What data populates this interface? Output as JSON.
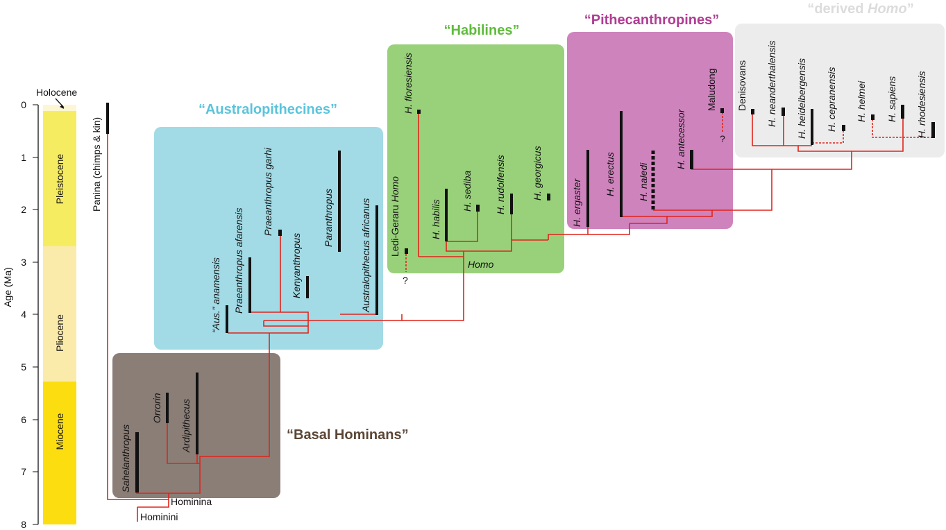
{
  "axis": {
    "label": "Age (Ma)",
    "ticks": [
      "0",
      "1",
      "2",
      "3",
      "4",
      "5",
      "6",
      "7",
      "8"
    ]
  },
  "epochs": {
    "holocene": "Holocene",
    "pleistocene": "Pleistocene",
    "pliocene": "Pliocene",
    "miocene": "Miocene"
  },
  "groups": {
    "basal": "“Basal Hominans”",
    "australopithecines": "“Australopithecines”",
    "habilines": "“Habilines”",
    "pithecanthropines": "“Pithecanthropines”",
    "derived_prefix": "“derived ",
    "derived_homo": "Homo",
    "derived_suffix": "”"
  },
  "colors": {
    "basal": "#8b7e77",
    "australopithecines": "#a2dbe6",
    "habilines": "#99d17b",
    "pithecanthropines": "#cf83bd",
    "derived": "#ececec",
    "branch": "#e2231a",
    "pleistocene": "#f6ec61",
    "pliocene": "#fbebab",
    "miocene": "#fcde10",
    "holocene": "#fdf6d2"
  },
  "nodes": {
    "panina": "Panina (chimps & kin)",
    "hominina": "Hominina",
    "hominini": "Hominini",
    "homo": "Homo",
    "question": "?"
  },
  "taxa": {
    "sahelanthropus": "Sahelanthropus",
    "orrorin": "Orrorin",
    "ardipithecus": "Ardipithecus",
    "anamensis": "“Aus.” anamensis",
    "afarensis": "Praeanthropus afarensis",
    "garhi": "Praeanthropus garhi",
    "kenyanthropus": "Kenyanthropus",
    "paranthropus": "Paranthropus",
    "africanus": "Australopithecus africanus",
    "ledi_prefix": "Ledi-Geraru ",
    "ledi_homo": "Homo",
    "floresiensis": "H. floresiensis",
    "habilis": "H. habilis",
    "sediba": "H. sediba",
    "rudolfensis": "H. rudolfensis",
    "georgicus": "H. georgicus",
    "ergaster": "H. ergaster",
    "erectus": "H. erectus",
    "naledi": "H. naledi",
    "antecessor": "H. antecessor",
    "maludong": "Maludong",
    "denisovans": "Denisovans",
    "neanderthalensis": "H. neanderthalensis",
    "heidelbergensis": "H. heidelbergensis",
    "cepranensis": "H. cepranensis",
    "helmei": "H. helmei",
    "sapiens": "H. sapiens",
    "rhodesiensis": "H. rhodesiensis"
  }
}
